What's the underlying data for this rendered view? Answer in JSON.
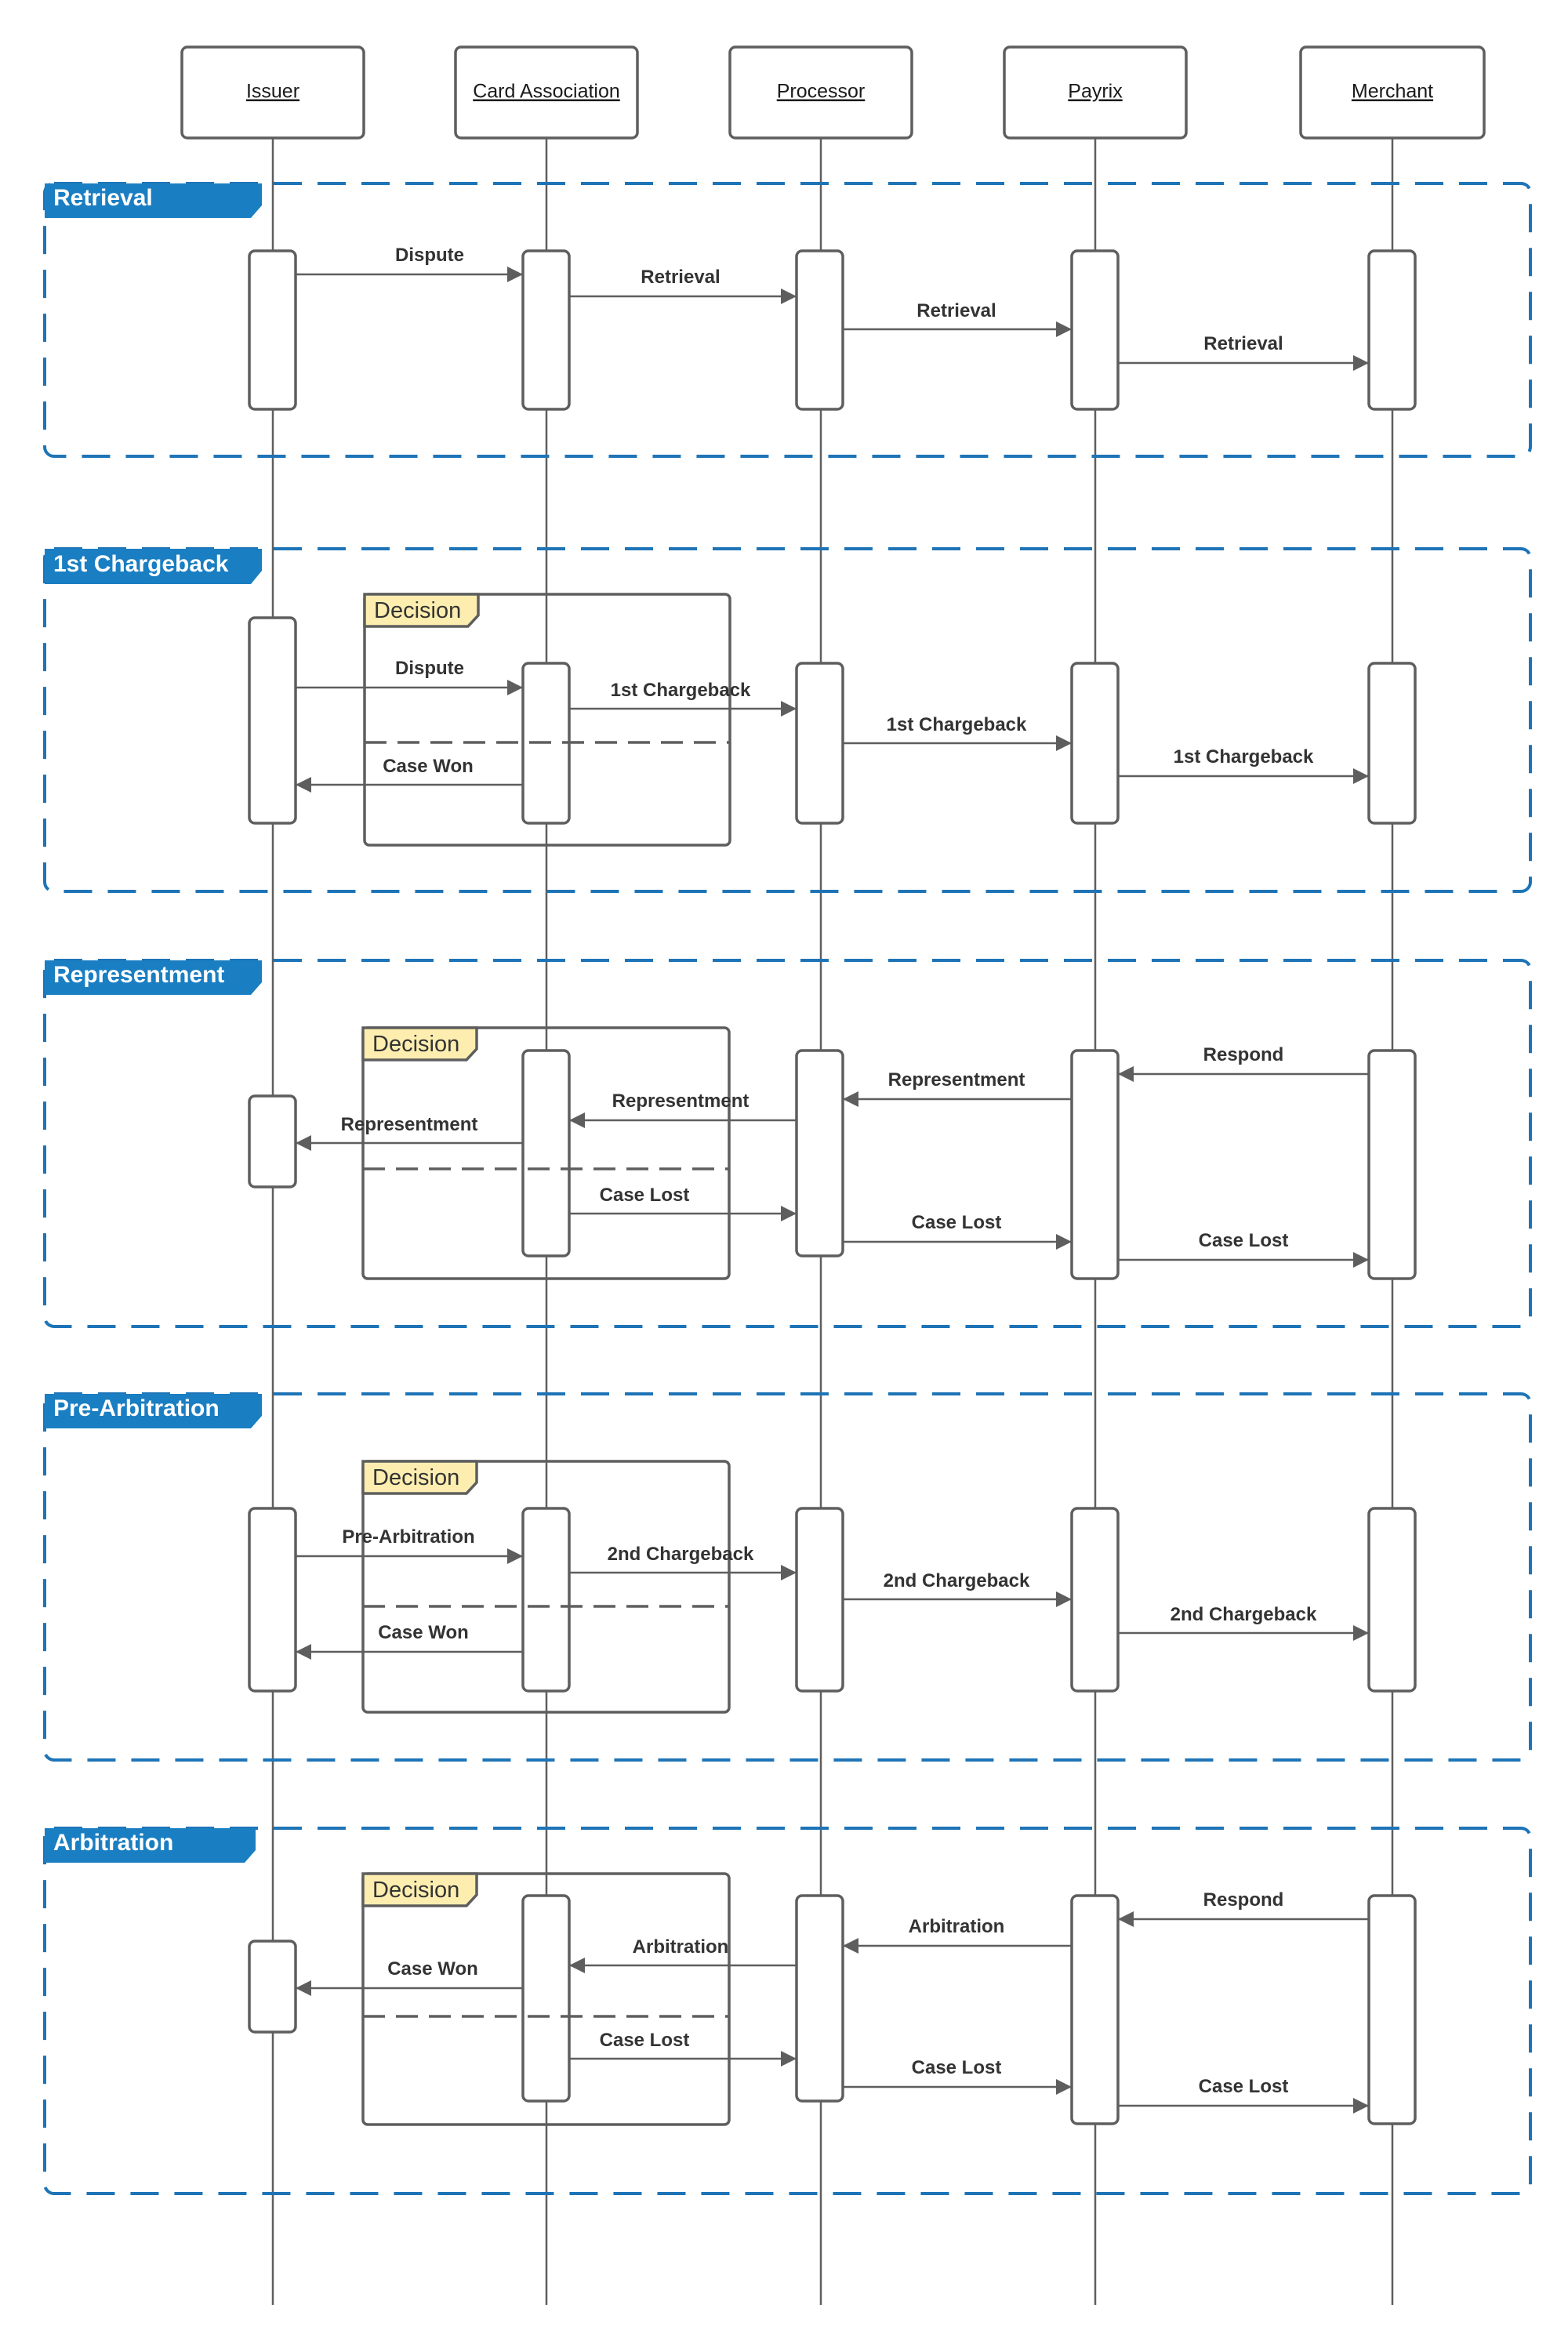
{
  "actors": [
    {
      "id": "issuer",
      "label": "Issuer"
    },
    {
      "id": "assoc",
      "label": "Card Association"
    },
    {
      "id": "processor",
      "label": "Processor"
    },
    {
      "id": "payrix",
      "label": "Payrix"
    },
    {
      "id": "merchant",
      "label": "Merchant"
    }
  ],
  "sections": [
    {
      "title": "Retrieval",
      "decision": null,
      "messages": [
        {
          "from": "issuer",
          "to": "assoc",
          "label": "Dispute"
        },
        {
          "from": "assoc",
          "to": "processor",
          "label": "Retrieval"
        },
        {
          "from": "processor",
          "to": "payrix",
          "label": "Retrieval"
        },
        {
          "from": "payrix",
          "to": "merchant",
          "label": "Retrieval"
        }
      ]
    },
    {
      "title": "1st Chargeback",
      "decision": "Decision",
      "messages": [
        {
          "from": "issuer",
          "to": "assoc",
          "label": "Dispute"
        },
        {
          "from": "assoc",
          "to": "processor",
          "label": "1st Chargeback"
        },
        {
          "from": "processor",
          "to": "payrix",
          "label": "1st Chargeback"
        },
        {
          "from": "assoc",
          "to": "issuer",
          "label": "Case Won"
        },
        {
          "from": "payrix",
          "to": "merchant",
          "label": "1st Chargeback"
        }
      ]
    },
    {
      "title": "Representment",
      "decision": "Decision",
      "messages": [
        {
          "from": "merchant",
          "to": "payrix",
          "label": "Respond"
        },
        {
          "from": "payrix",
          "to": "processor",
          "label": "Representment"
        },
        {
          "from": "processor",
          "to": "assoc",
          "label": "Representment"
        },
        {
          "from": "assoc",
          "to": "issuer",
          "label": "Representment"
        },
        {
          "from": "assoc",
          "to": "processor",
          "label": "Case Lost"
        },
        {
          "from": "processor",
          "to": "payrix",
          "label": "Case Lost"
        },
        {
          "from": "payrix",
          "to": "merchant",
          "label": "Case Lost"
        }
      ]
    },
    {
      "title": "Pre-Arbitration",
      "decision": "Decision",
      "messages": [
        {
          "from": "issuer",
          "to": "assoc",
          "label": "Pre-Arbitration"
        },
        {
          "from": "assoc",
          "to": "processor",
          "label": "2nd Chargeback"
        },
        {
          "from": "processor",
          "to": "payrix",
          "label": "2nd Chargeback"
        },
        {
          "from": "payrix",
          "to": "merchant",
          "label": "2nd Chargeback"
        },
        {
          "from": "assoc",
          "to": "issuer",
          "label": "Case Won"
        }
      ]
    },
    {
      "title": "Arbitration",
      "decision": "Decision",
      "messages": [
        {
          "from": "merchant",
          "to": "payrix",
          "label": "Respond"
        },
        {
          "from": "payrix",
          "to": "processor",
          "label": "Arbitration"
        },
        {
          "from": "processor",
          "to": "assoc",
          "label": "Arbitration"
        },
        {
          "from": "assoc",
          "to": "issuer",
          "label": "Case Won"
        },
        {
          "from": "assoc",
          "to": "processor",
          "label": "Case Lost"
        },
        {
          "from": "processor",
          "to": "payrix",
          "label": "Case Lost"
        },
        {
          "from": "payrix",
          "to": "merchant",
          "label": "Case Lost"
        }
      ]
    }
  ],
  "colors": {
    "frame": "#1e74b6",
    "frame_tab": "#1a7ec2",
    "decision_tab": "#fdeeb0",
    "line": "#5e5e5e"
  }
}
